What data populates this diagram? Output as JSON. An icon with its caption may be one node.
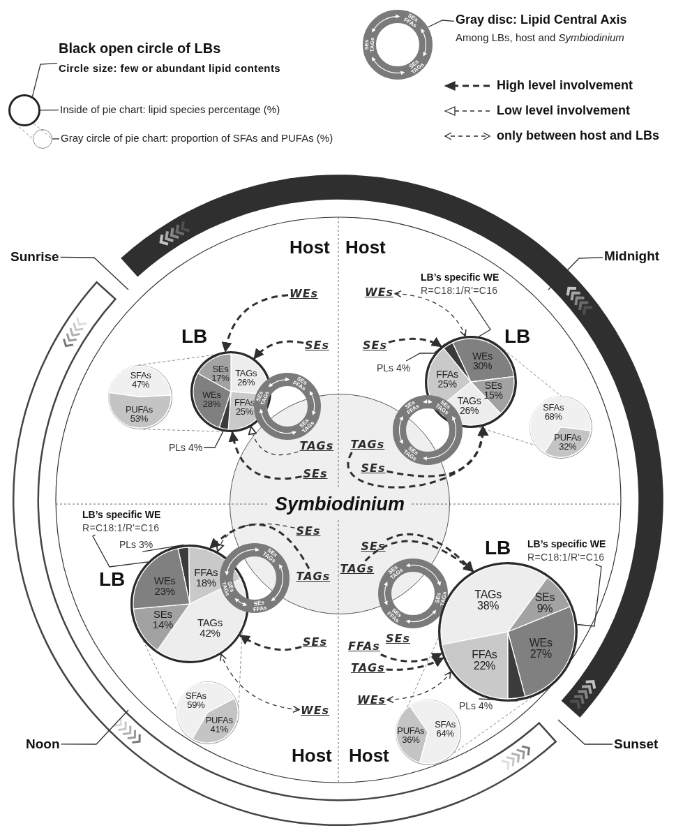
{
  "diagram": {
    "nodes": [
      {
        "text": [
          "Black open circle of LBs",
          "Circle size: few or abundant lipid contents"
        ]
      },
      {
        "text": [],
        "shape": "circle"
      },
      {
        "text": [
          "Inside of pie chart: lipid species percentage (%)"
        ]
      },
      {
        "text": [],
        "shape": "circle"
      },
      {
        "text": [
          "Gray circle of pie chart: proportion of SFAs and PUFAs (%)"
        ]
      },
      {
        "text": [
          "SEs FFAs",
          "SEs TAGs",
          "SEs TAGs"
        ]
      },
      {
        "text": [
          "Gray disc: Lipid Central Axis",
          "Among LBs, host and *Symbiodinium*"
        ]
      },
      {
        "text": [
          "Sunrise"
        ]
      },
      {
        "text": [
          "Midnight"
        ]
      },
      {
        "text": [
          "Symbiodinium"
        ]
      },
      {
        "text": [
          "WEs"
        ]
      },
      {
        "text": [
          "SEs"
        ]
      },
      {
        "text": [
          "SEs 17%",
          "TAGs 26%",
          "WEs 28%",
          "FFAs 25%"
        ]
      },
      {
        "text": [
          "SFAs 47%",
          "PUFAs 53%"
        ]
      },
      {
        "text": [
          "SEs FFAs",
          "SEs TAGs",
          "SEs TAGs"
        ]
      },
      {
        "text": [
          "PLs 4%"
        ]
      },
      {
        "text": [
          "TAGs"
        ],
        "in": 9
      },
      {
        "text": [
          "SEs"
        ],
        "in": 9
      },
      {
        "text": [
          "LB’s specific WE",
          "R=C18:1/R'=C16"
        ]
      },
      {
        "text": [
          "WEs"
        ]
      },
      {
        "text": [
          "SEs"
        ]
      },
      {
        "text": [
          "PLs 4%"
        ]
      },
      {
        "text": [
          "WEs 30%",
          "FFAs 25%",
          "SEs 15%",
          "TAGs 26%"
        ]
      },
      {
        "text": [
          "SEs FFAs",
          "SEs TAGs",
          "SEs TAGs"
        ]
      },
      {
        "text": [
          "SFAs 68%",
          "PUFAs 32%"
        ]
      },
      {
        "text": [
          "TAGs"
        ],
        "in": 9
      },
      {
        "text": [
          "SEs"
        ],
        "in": 9
      },
      {
        "text": [
          "LB’s specific WE",
          "R=C18:1/R'=C16"
        ]
      },
      {
        "text": [
          "PLs 3%"
        ]
      },
      {
        "text": [
          "SEs"
        ],
        "in": 9
      },
      {
        "text": [
          "FFAs 18%",
          "WEs 23%",
          "SEs 14%",
          "TAGs 42%"
        ]
      },
      {
        "text": [
          "SEs TAGs",
          "SEs TAGs",
          "SEs FFAs"
        ]
      },
      {
        "text": [
          "TAGs"
        ],
        "in": 9
      },
      {
        "text": [
          "SEs"
        ]
      },
      {
        "text": [
          "WEs"
        ]
      },
      {
        "text": [
          "SFAs 59%",
          "PUFAs 41%"
        ]
      },
      {
        "text": [
          "SEs"
        ],
        "in": 9
      },
      {
        "text": [
          "TAGs"
        ],
        "in": 9
      },
      {
        "text": [
          "LB’s specific WE",
          "R=C18:1/R'=C16"
        ]
      },
      {
        "text": [
          "SEs TAGs",
          "SEs TAGs",
          "SEs FFAs"
        ]
      },
      {
        "text": [
          "TAGs 38%",
          "SEs 9%",
          "FFAs 22%",
          "WEs 27%"
        ]
      },
      {
        "text": [
          "FFAs"
        ]
      },
      {
        "text": [
          "TAGs"
        ]
      },
      {
        "text": [
          "WEs"
        ]
      },
      {
        "text": [
          "PLs 4%"
        ]
      },
      {
        "text": [
          "SFAs 64%",
          "PUFAs 36%"
        ]
      },
      {
        "text": [
          "Noon"
        ]
      },
      {
        "text": [
          "Sunset"
        ]
      }
    ],
    "edges": [
      {
        "from": 0,
        "to": 1,
        "arrow": "none"
      },
      {
        "from": 2,
        "to": 1,
        "arrow": "none"
      },
      {
        "from": 4,
        "to": 3,
        "arrow": "none"
      },
      {
        "from": 1,
        "to": 3,
        "arrow": "none",
        "style": "dashed",
        "color": "#888888"
      },
      {
        "from": 1,
        "to": 3,
        "arrow": "none",
        "style": "dashed",
        "color": "#888888"
      },
      {
        "from": 6,
        "to": 5,
        "arrow": "none"
      },
      {
        "from": 7,
        "to": null,
        "arrow": "none"
      },
      {
        "from": 8,
        "to": null,
        "arrow": "none"
      },
      {
        "from": 10,
        "to": 12,
        "arrow": "to",
        "style": "dashed"
      },
      {
        "from": 11,
        "to": 12,
        "arrow": "to",
        "style": "dashed"
      },
      {
        "from": 16,
        "to": 12,
        "arrow": "to",
        "style": "dashed"
      },
      {
        "from": 17,
        "to": 12,
        "arrow": "to",
        "style": "dashed"
      },
      {
        "from": 12,
        "to": 13,
        "arrow": "none",
        "style": "dashed",
        "color": "#888888"
      },
      {
        "from": 12,
        "to": 13,
        "arrow": "none",
        "style": "dashed",
        "color": "#888888"
      },
      {
        "from": 15,
        "to": 12,
        "arrow": "none"
      },
      {
        "from": 18,
        "to": 22,
        "arrow": "none"
      },
      {
        "from": 19,
        "to": 22,
        "arrow": "both",
        "style": "dashed"
      },
      {
        "from": 20,
        "to": 22,
        "arrow": "to",
        "style": "dashed"
      },
      {
        "from": 21,
        "to": 22,
        "arrow": "none"
      },
      {
        "from": 22,
        "to": 24,
        "arrow": "none",
        "style": "dashed",
        "color": "#888888"
      },
      {
        "from": 22,
        "to": 24,
        "arrow": "none",
        "style": "dashed",
        "color": "#888888"
      },
      {
        "from": 25,
        "to": 22,
        "arrow": "to",
        "style": "dashed"
      },
      {
        "from": 26,
        "to": 22,
        "arrow": "to",
        "style": "dashed"
      },
      {
        "from": 27,
        "to": 30,
        "arrow": "none"
      },
      {
        "from": 28,
        "to": 30,
        "arrow": "none"
      },
      {
        "from": 29,
        "to": 30,
        "arrow": "to",
        "style": "dashed"
      },
      {
        "from": 32,
        "to": 30,
        "arrow": "to",
        "style": "dashed"
      },
      {
        "from": 33,
        "to": 30,
        "arrow": "to",
        "style": "dashed"
      },
      {
        "from": 34,
        "to": 30,
        "arrow": "both",
        "style": "dashed"
      },
      {
        "from": 30,
        "to": 35,
        "arrow": "none",
        "style": "dashed",
        "color": "#888888"
      },
      {
        "from": 30,
        "to": 35,
        "arrow": "none",
        "style": "dashed",
        "color": "#888888"
      },
      {
        "from": 36,
        "to": 40,
        "arrow": "to",
        "style": "dashed"
      },
      {
        "from": 37,
        "to": 40,
        "arrow": "to",
        "style": "dashed"
      },
      {
        "from": 38,
        "to": 40,
        "arrow": "none"
      },
      {
        "from": 41,
        "to": 40,
        "arrow": "to",
        "style": "dashed"
      },
      {
        "from": 42,
        "to": 40,
        "arrow": "to",
        "style": "dashed"
      },
      {
        "from": 43,
        "to": 40,
        "arrow": "both",
        "style": "dashed"
      },
      {
        "from": 44,
        "to": 40,
        "arrow": "none"
      },
      {
        "from": 40,
        "to": 45,
        "arrow": "none",
        "style": "dashed",
        "color": "#888888"
      },
      {
        "from": 40,
        "to": 45,
        "arrow": "none",
        "style": "dashed",
        "color": "#888888"
      },
      {
        "from": 46,
        "to": null,
        "arrow": "none"
      },
      {
        "from": 47,
        "to": null,
        "arrow": "none"
      }
    ],
    "labels": [
      "Host",
      "Host",
      "LB",
      "LB",
      "LB",
      "LB",
      "SEs",
      "Host",
      "Host"
    ],
    "legend": [
      {
        "text": "High level involvement"
      },
      {
        "text": "Low level involvement"
      },
      {
        "text": "only between host and LBs"
      }
    ]
  }
}
